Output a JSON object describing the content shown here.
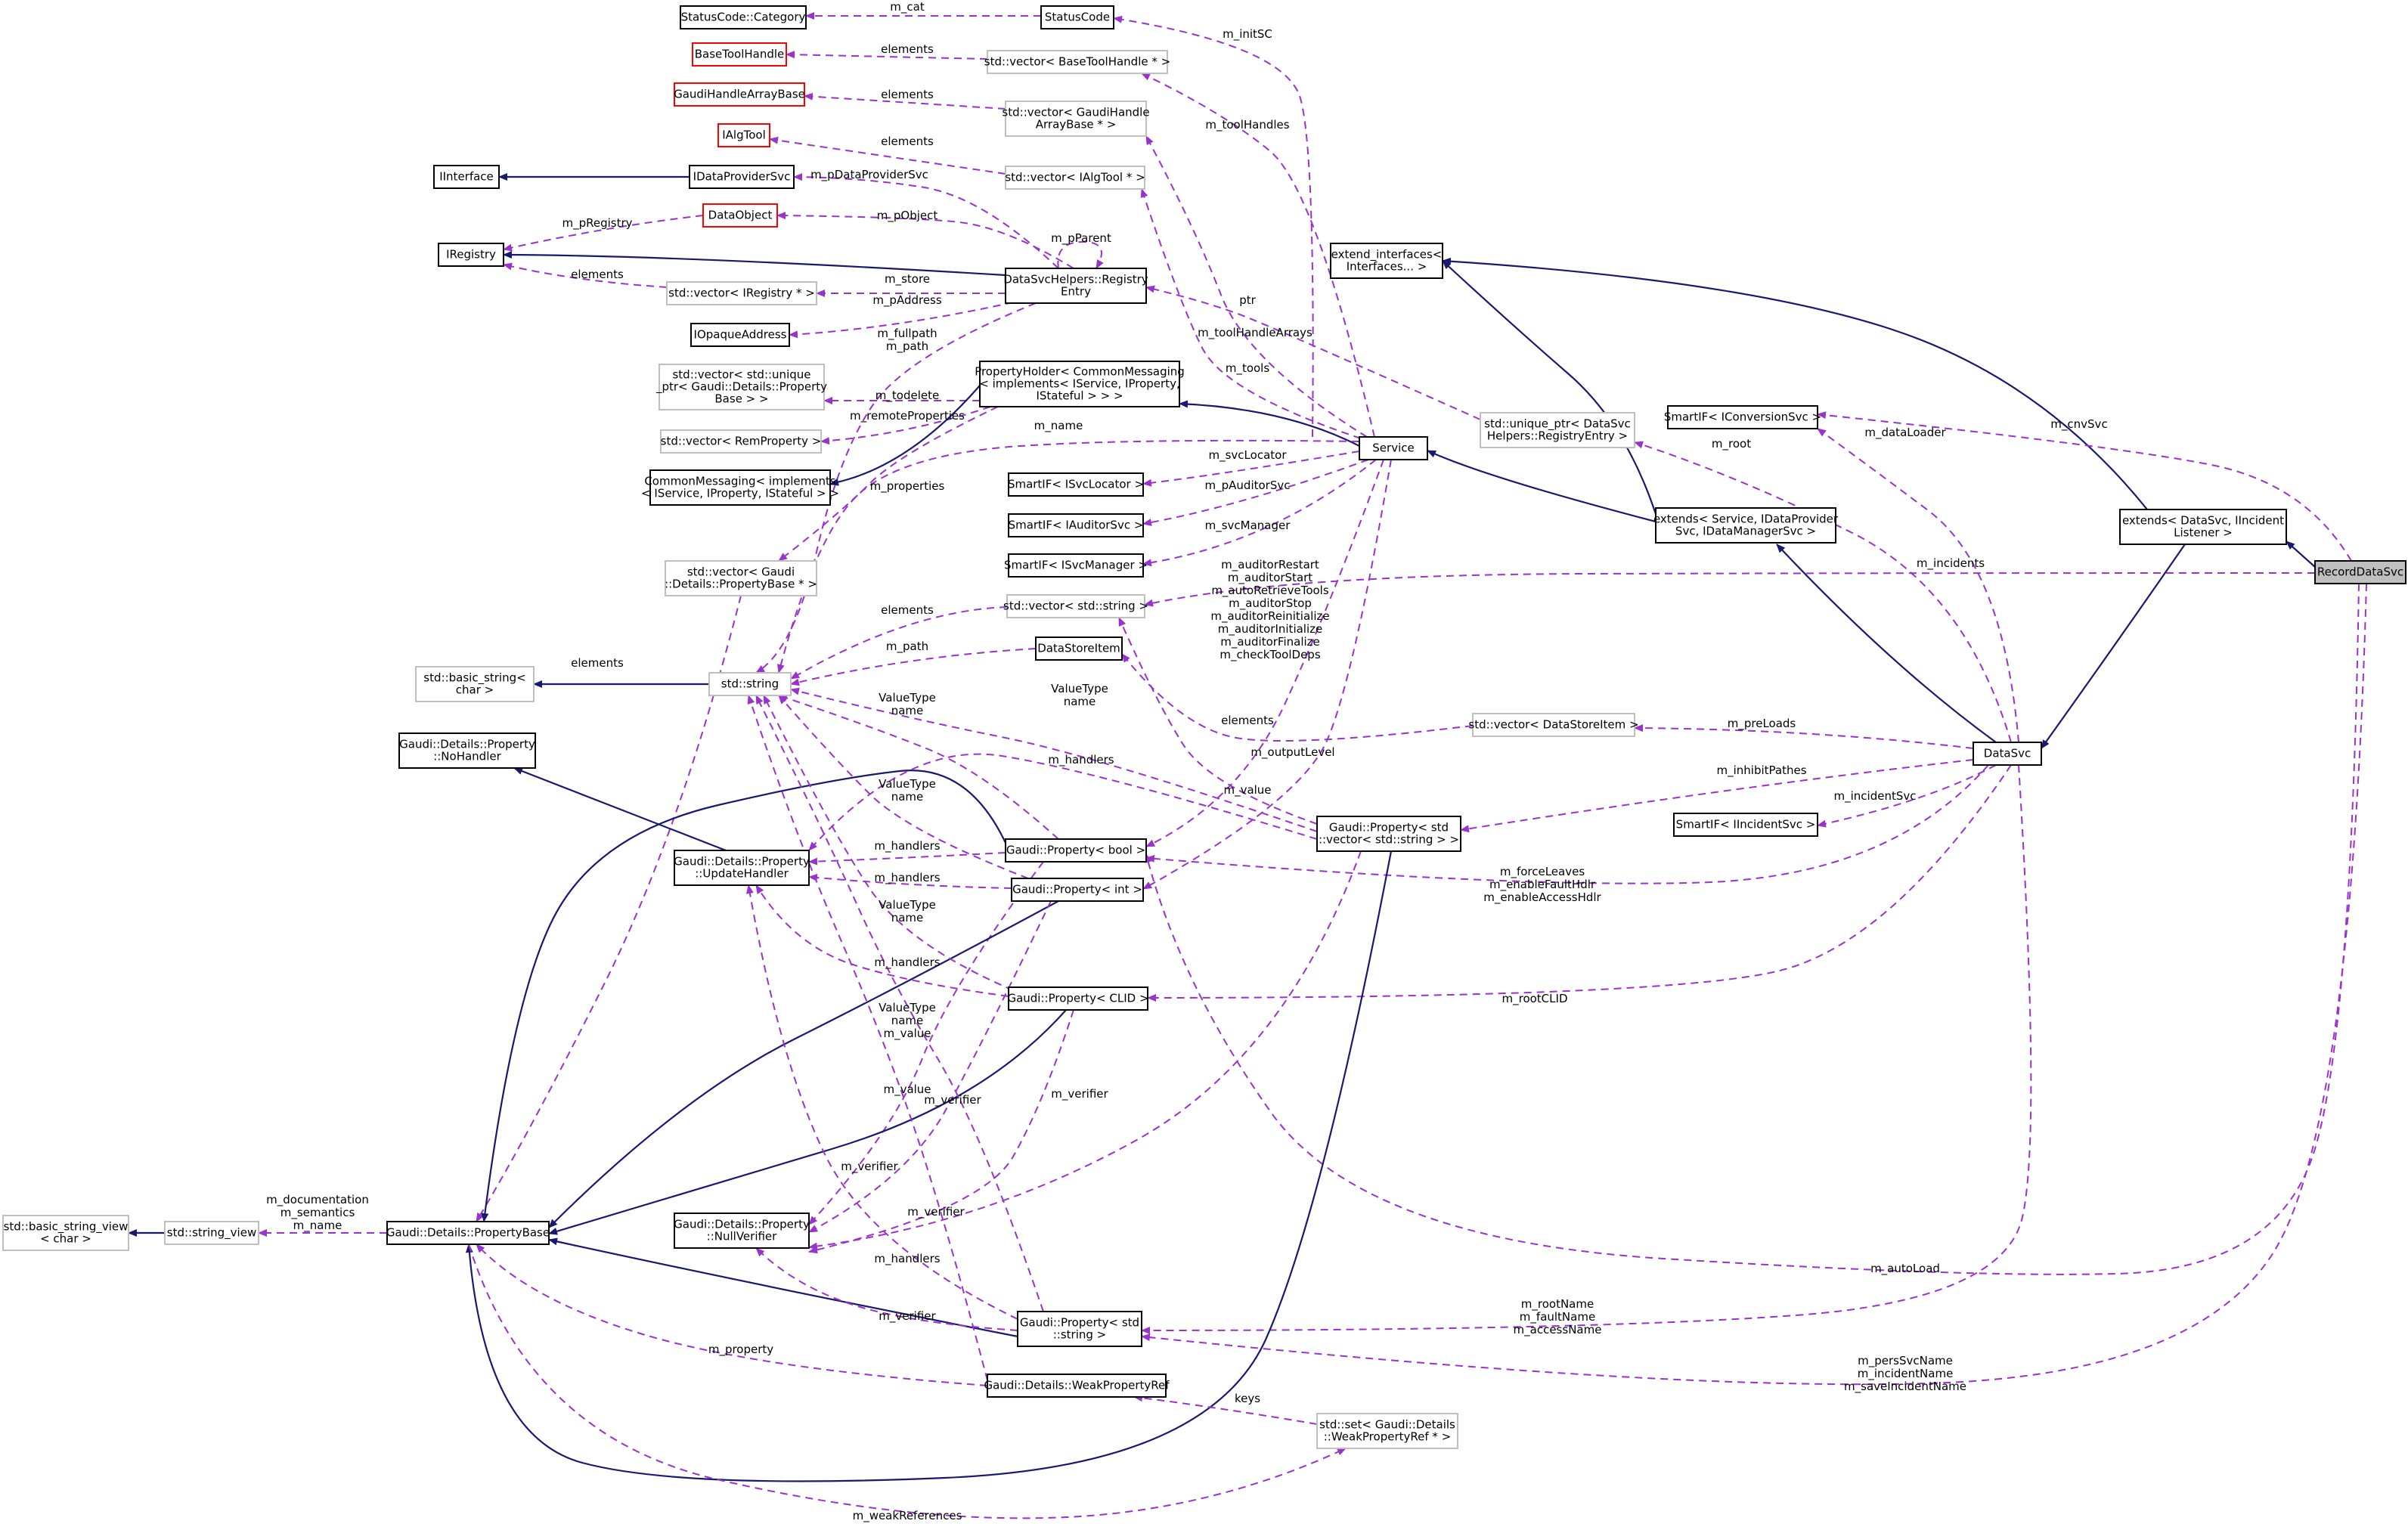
{
  "colors": {
    "inherit_edge": "#191970",
    "usage_edge": "#9a32cd",
    "node_border_normal": "#000000",
    "node_border_external": "#ff0000",
    "node_border_template": "#bfbfbf",
    "highlight_fill": "#bfbfbf"
  },
  "nodes": [
    {
      "id": "statuscode_category",
      "lines": [
        "StatusCode::Category"
      ],
      "kind": "normal"
    },
    {
      "id": "statuscode",
      "lines": [
        "StatusCode"
      ],
      "kind": "normal"
    },
    {
      "id": "basetoolhandle",
      "lines": [
        "BaseToolHandle"
      ],
      "kind": "external"
    },
    {
      "id": "vec_basetoolhandle",
      "lines": [
        "std::vector< BaseToolHandle * >"
      ],
      "kind": "template"
    },
    {
      "id": "gaudihandlearraybase",
      "lines": [
        "GaudiHandleArrayBase"
      ],
      "kind": "external"
    },
    {
      "id": "vec_gaudihandle",
      "lines": [
        "std::vector< GaudiHandle",
        "ArrayBase * >"
      ],
      "kind": "template"
    },
    {
      "id": "ialgtool",
      "lines": [
        "IAlgTool"
      ],
      "kind": "external"
    },
    {
      "id": "vec_ialgtool",
      "lines": [
        "std::vector< IAlgTool * >"
      ],
      "kind": "template"
    },
    {
      "id": "iinterface",
      "lines": [
        "IInterface"
      ],
      "kind": "normal"
    },
    {
      "id": "idataprovidersvc",
      "lines": [
        "IDataProviderSvc"
      ],
      "kind": "normal"
    },
    {
      "id": "dataobject",
      "lines": [
        "DataObject"
      ],
      "kind": "external"
    },
    {
      "id": "iregistry",
      "lines": [
        "IRegistry"
      ],
      "kind": "normal"
    },
    {
      "id": "vec_iregistry",
      "lines": [
        "std::vector< IRegistry * >"
      ],
      "kind": "template"
    },
    {
      "id": "registryentry",
      "lines": [
        "DataSvcHelpers::Registry",
        "Entry"
      ],
      "kind": "normal"
    },
    {
      "id": "iopaqueaddress",
      "lines": [
        "IOpaqueAddress"
      ],
      "kind": "normal"
    },
    {
      "id": "extend_interfaces",
      "lines": [
        "extend_interfaces<",
        "Interfaces... >"
      ],
      "kind": "normal"
    },
    {
      "id": "vec_unique_ptr",
      "lines": [
        "std::vector< std::unique",
        "_ptr< Gaudi::Details::Property",
        "Base > >"
      ],
      "kind": "template"
    },
    {
      "id": "propertyholder",
      "lines": [
        "PropertyHolder< CommonMessaging",
        "< implements< IService, IProperty,",
        "IStateful > > >"
      ],
      "kind": "normal"
    },
    {
      "id": "vec_remproperty",
      "lines": [
        "std::vector< RemProperty >"
      ],
      "kind": "template"
    },
    {
      "id": "commonmessaging",
      "lines": [
        "CommonMessaging< implements",
        "< IService, IProperty, IStateful > >"
      ],
      "kind": "normal"
    },
    {
      "id": "service",
      "lines": [
        "Service"
      ],
      "kind": "normal"
    },
    {
      "id": "unique_ptr_registryentry",
      "lines": [
        "std::unique_ptr< DataSvc",
        "Helpers::RegistryEntry >"
      ],
      "kind": "template"
    },
    {
      "id": "smartif_iconversionsvc",
      "lines": [
        "SmartIF< IConversionSvc >"
      ],
      "kind": "normal"
    },
    {
      "id": "smartif_isvclocator",
      "lines": [
        "SmartIF< ISvcLocator >"
      ],
      "kind": "normal"
    },
    {
      "id": "smartif_iauditorsvc",
      "lines": [
        "SmartIF< IAuditorSvc >"
      ],
      "kind": "normal"
    },
    {
      "id": "smartif_isvcmanager",
      "lines": [
        "SmartIF< ISvcManager >"
      ],
      "kind": "normal"
    },
    {
      "id": "extends_service",
      "lines": [
        "extends< Service, IDataProvider",
        "Svc, IDataManagerSvc >"
      ],
      "kind": "normal"
    },
    {
      "id": "extends_datasvc",
      "lines": [
        "extends< DataSvc, IIncident",
        "Listener >"
      ],
      "kind": "normal"
    },
    {
      "id": "recorddatasvc",
      "lines": [
        "RecordDataSvc"
      ],
      "kind": "highlight"
    },
    {
      "id": "vec_propertybase",
      "lines": [
        "std::vector< Gaudi",
        "::Details::PropertyBase * >"
      ],
      "kind": "template"
    },
    {
      "id": "vec_string",
      "lines": [
        "std::vector< std::string >"
      ],
      "kind": "template"
    },
    {
      "id": "basic_string",
      "lines": [
        "std::basic_string<",
        "char >"
      ],
      "kind": "template"
    },
    {
      "id": "std_string",
      "lines": [
        "std::string"
      ],
      "kind": "template"
    },
    {
      "id": "datastoreitem",
      "lines": [
        "DataStoreItem"
      ],
      "kind": "normal"
    },
    {
      "id": "vec_datastoreitem",
      "lines": [
        "std::vector< DataStoreItem >"
      ],
      "kind": "template"
    },
    {
      "id": "datasvc",
      "lines": [
        "DataSvc"
      ],
      "kind": "normal"
    },
    {
      "id": "nohandler",
      "lines": [
        "Gaudi::Details::Property",
        "::NoHandler"
      ],
      "kind": "normal"
    },
    {
      "id": "updatehandler",
      "lines": [
        "Gaudi::Details::Property",
        "::UpdateHandler"
      ],
      "kind": "normal"
    },
    {
      "id": "property_bool",
      "lines": [
        "Gaudi::Property< bool >"
      ],
      "kind": "normal"
    },
    {
      "id": "property_vec_string",
      "lines": [
        "Gaudi::Property< std",
        "::vector< std::string > >"
      ],
      "kind": "normal"
    },
    {
      "id": "smartif_iincidentsvc",
      "lines": [
        "SmartIF< IIncidentSvc >"
      ],
      "kind": "normal"
    },
    {
      "id": "property_int",
      "lines": [
        "Gaudi::Property< int >"
      ],
      "kind": "normal"
    },
    {
      "id": "property_clid",
      "lines": [
        "Gaudi::Property< CLID >"
      ],
      "kind": "normal"
    },
    {
      "id": "basic_string_view",
      "lines": [
        "std::basic_string_view",
        "< char >"
      ],
      "kind": "template"
    },
    {
      "id": "string_view",
      "lines": [
        "std::string_view"
      ],
      "kind": "template"
    },
    {
      "id": "propertybase",
      "lines": [
        "Gaudi::Details::PropertyBase"
      ],
      "kind": "normal"
    },
    {
      "id": "nullverifier",
      "lines": [
        "Gaudi::Details::Property",
        "::NullVerifier"
      ],
      "kind": "normal"
    },
    {
      "id": "property_string",
      "lines": [
        "Gaudi::Property< std",
        "::string >"
      ],
      "kind": "normal"
    },
    {
      "id": "weakpropertyref",
      "lines": [
        "Gaudi::Details::WeakPropertyRef"
      ],
      "kind": "normal"
    },
    {
      "id": "set_weakpropertyref",
      "lines": [
        "std::set< Gaudi::Details",
        "::WeakPropertyRef * >"
      ],
      "kind": "template"
    }
  ],
  "edges": [
    {
      "from": "statuscode",
      "to": "statuscode_category",
      "type": "use",
      "labels": [
        "m_cat"
      ]
    },
    {
      "from": "service",
      "to": "statuscode",
      "type": "use",
      "labels": [
        "m_initSC"
      ]
    },
    {
      "from": "vec_basetoolhandle",
      "to": "basetoolhandle",
      "type": "use",
      "labels": [
        "elements"
      ]
    },
    {
      "from": "service",
      "to": "vec_basetoolhandle",
      "type": "use",
      "labels": [
        "m_toolHandles"
      ]
    },
    {
      "from": "vec_gaudihandle",
      "to": "gaudihandlearraybase",
      "type": "use",
      "labels": [
        "elements"
      ]
    },
    {
      "from": "service",
      "to": "vec_gaudihandle",
      "type": "use",
      "labels": [
        "m_toolHandleArrays"
      ]
    },
    {
      "from": "vec_ialgtool",
      "to": "ialgtool",
      "type": "use",
      "labels": [
        "elements"
      ]
    },
    {
      "from": "service",
      "to": "vec_ialgtool",
      "type": "use",
      "labels": [
        "m_tools"
      ]
    },
    {
      "from": "idataprovidersvc",
      "to": "iinterface",
      "type": "inherit",
      "labels": []
    },
    {
      "from": "registryentry",
      "to": "idataprovidersvc",
      "type": "use",
      "labels": [
        "m_pDataProviderSvc"
      ]
    },
    {
      "from": "registryentry",
      "to": "dataobject",
      "type": "use",
      "labels": [
        "m_pObject"
      ]
    },
    {
      "from": "dataobject",
      "to": "iregistry",
      "type": "use",
      "labels": [
        "m_pRegistry"
      ]
    },
    {
      "from": "registryentry",
      "to": "iregistry",
      "type": "inherit",
      "labels": []
    },
    {
      "from": "vec_iregistry",
      "to": "iregistry",
      "type": "use",
      "labels": [
        "elements"
      ]
    },
    {
      "from": "registryentry",
      "to": "vec_iregistry",
      "type": "use",
      "labels": [
        "m_store"
      ]
    },
    {
      "from": "registryentry",
      "to": "iopaqueaddress",
      "type": "use",
      "labels": [
        "m_pAddress"
      ]
    },
    {
      "from": "registryentry",
      "to": "registryentry",
      "type": "use",
      "labels": [
        "m_pParent"
      ]
    },
    {
      "from": "registryentry",
      "to": "std_string",
      "type": "use",
      "labels": [
        "m_fullpath",
        "m_path"
      ]
    },
    {
      "from": "unique_ptr_registryentry",
      "to": "registryentry",
      "type": "use",
      "labels": [
        "ptr"
      ]
    },
    {
      "from": "propertyholder",
      "to": "vec_unique_ptr",
      "type": "use",
      "labels": [
        "m_todelete"
      ]
    },
    {
      "from": "propertyholder",
      "to": "vec_remproperty",
      "type": "use",
      "labels": [
        "m_remoteProperties"
      ]
    },
    {
      "from": "propertyholder",
      "to": "commonmessaging",
      "type": "inherit",
      "labels": []
    },
    {
      "from": "propertyholder",
      "to": "vec_propertybase",
      "type": "use",
      "labels": [
        "m_properties"
      ]
    },
    {
      "from": "service",
      "to": "propertyholder",
      "type": "inherit",
      "labels": []
    },
    {
      "from": "service",
      "to": "std_string",
      "type": "use",
      "labels": [
        "m_name"
      ]
    },
    {
      "from": "service",
      "to": "smartif_isvclocator",
      "type": "use",
      "labels": [
        "m_svcLocator"
      ]
    },
    {
      "from": "service",
      "to": "smartif_iauditorsvc",
      "type": "use",
      "labels": [
        "m_pAuditorSvc"
      ]
    },
    {
      "from": "service",
      "to": "smartif_isvcmanager",
      "type": "use",
      "labels": [
        "m_svcManager"
      ]
    },
    {
      "from": "service",
      "to": "property_bool",
      "type": "use",
      "labels": [
        "m_auditorRestart",
        "m_auditorStart",
        "m_autoRetrieveTools",
        "m_auditorStop",
        "m_auditorReinitialize",
        "m_auditorInitialize",
        "m_auditorFinalize",
        "m_checkToolDeps"
      ]
    },
    {
      "from": "service",
      "to": "property_int",
      "type": "use",
      "labels": [
        "m_outputLevel"
      ]
    },
    {
      "from": "extends_service",
      "to": "extend_interfaces",
      "type": "inherit",
      "labels": []
    },
    {
      "from": "extends_service",
      "to": "service",
      "type": "inherit",
      "labels": []
    },
    {
      "from": "extends_datasvc",
      "to": "extend_interfaces",
      "type": "inherit",
      "labels": []
    },
    {
      "from": "extends_datasvc",
      "to": "datasvc",
      "type": "inherit",
      "labels": []
    },
    {
      "from": "recorddatasvc",
      "to": "extends_datasvc",
      "type": "inherit",
      "labels": []
    },
    {
      "from": "recorddatasvc",
      "to": "smartif_iconversionsvc",
      "type": "use",
      "labels": [
        "m_cnvSvc"
      ]
    },
    {
      "from": "recorddatasvc",
      "to": "vec_string",
      "type": "use",
      "labels": [
        "m_incidents"
      ]
    },
    {
      "from": "recorddatasvc",
      "to": "property_bool",
      "type": "use",
      "labels": [
        "m_autoLoad"
      ]
    },
    {
      "from": "recorddatasvc",
      "to": "property_string",
      "type": "use",
      "labels": [
        "m_persSvcName",
        "m_incidentName",
        "m_saveIncidentName"
      ]
    },
    {
      "from": "datasvc",
      "to": "extends_service",
      "type": "inherit",
      "labels": []
    },
    {
      "from": "datasvc",
      "to": "unique_ptr_registryentry",
      "type": "use",
      "labels": [
        "m_root"
      ]
    },
    {
      "from": "datasvc",
      "to": "smartif_iconversionsvc",
      "type": "use",
      "labels": [
        "m_dataLoader"
      ]
    },
    {
      "from": "datasvc",
      "to": "vec_datastoreitem",
      "type": "use",
      "labels": [
        "m_preLoads"
      ]
    },
    {
      "from": "datasvc",
      "to": "property_vec_string",
      "type": "use",
      "labels": [
        "m_inhibitPathes"
      ]
    },
    {
      "from": "datasvc",
      "to": "smartif_iincidentsvc",
      "type": "use",
      "labels": [
        "m_incidentSvc"
      ]
    },
    {
      "from": "datasvc",
      "to": "property_bool",
      "type": "use",
      "labels": [
        "m_forceLeaves",
        "m_enableFaultHdlr",
        "m_enableAccessHdlr"
      ]
    },
    {
      "from": "datasvc",
      "to": "property_clid",
      "type": "use",
      "labels": [
        "m_rootCLID"
      ]
    },
    {
      "from": "datasvc",
      "to": "property_string",
      "type": "use",
      "labels": [
        "m_rootName",
        "m_faultName",
        "m_accessName"
      ]
    },
    {
      "from": "vec_string",
      "to": "std_string",
      "type": "use",
      "labels": [
        "elements"
      ]
    },
    {
      "from": "vec_propertybase",
      "to": "propertybase",
      "type": "use",
      "labels": [
        "elements"
      ]
    },
    {
      "from": "std_string",
      "to": "basic_string",
      "type": "inherit",
      "labels": []
    },
    {
      "from": "datastoreitem",
      "to": "std_string",
      "type": "use",
      "labels": [
        "m_path"
      ]
    },
    {
      "from": "vec_datastoreitem",
      "to": "datastoreitem",
      "type": "use",
      "labels": [
        "elements"
      ]
    },
    {
      "from": "updatehandler",
      "to": "nohandler",
      "type": "inherit",
      "labels": []
    },
    {
      "from": "property_bool",
      "to": "propertybase",
      "type": "inherit",
      "labels": []
    },
    {
      "from": "property_bool",
      "to": "std_string",
      "type": "use",
      "labels": [
        "ValueType",
        "name"
      ]
    },
    {
      "from": "property_bool",
      "to": "updatehandler",
      "type": "use",
      "labels": [
        "m_handlers"
      ]
    },
    {
      "from": "property_bool",
      "to": "nullverifier",
      "type": "use",
      "labels": [
        "m_verifier"
      ]
    },
    {
      "from": "property_vec_string",
      "to": "propertybase",
      "type": "inherit",
      "labels": []
    },
    {
      "from": "property_vec_string",
      "to": "vec_string",
      "type": "use",
      "labels": [
        "m_value"
      ]
    },
    {
      "from": "property_vec_string",
      "to": "std_string",
      "type": "use",
      "labels": [
        "ValueType",
        "name"
      ]
    },
    {
      "from": "property_vec_string",
      "to": "updatehandler",
      "type": "use",
      "labels": [
        "m_handlers"
      ]
    },
    {
      "from": "property_vec_string",
      "to": "nullverifier",
      "type": "use",
      "labels": [
        "m_verifier"
      ]
    },
    {
      "from": "property_int",
      "to": "propertybase",
      "type": "inherit",
      "labels": []
    },
    {
      "from": "property_int",
      "to": "std_string",
      "type": "use",
      "labels": [
        "ValueType",
        "name"
      ]
    },
    {
      "from": "property_int",
      "to": "updatehandler",
      "type": "use",
      "labels": [
        "m_handlers"
      ]
    },
    {
      "from": "property_int",
      "to": "nullverifier",
      "type": "use",
      "labels": [
        "m_verifier"
      ]
    },
    {
      "from": "property_clid",
      "to": "propertybase",
      "type": "inherit",
      "labels": []
    },
    {
      "from": "property_clid",
      "to": "std_string",
      "type": "use",
      "labels": [
        "ValueType",
        "name"
      ]
    },
    {
      "from": "property_clid",
      "to": "updatehandler",
      "type": "use",
      "labels": [
        "m_handlers"
      ]
    },
    {
      "from": "property_clid",
      "to": "nullverifier",
      "type": "use",
      "labels": [
        "m_verifier"
      ]
    },
    {
      "from": "basic_string_view",
      "to": "string_view",
      "type": "inherit-rev",
      "labels": []
    },
    {
      "from": "propertybase",
      "to": "string_view",
      "type": "use",
      "labels": [
        "m_documentation",
        "m_semantics",
        "m_name"
      ]
    },
    {
      "from": "property_string",
      "to": "propertybase",
      "type": "inherit",
      "labels": []
    },
    {
      "from": "property_string",
      "to": "std_string",
      "type": "use",
      "labels": [
        "ValueType",
        "name",
        "m_value"
      ]
    },
    {
      "from": "property_string",
      "to": "updatehandler",
      "type": "use",
      "labels": [
        "m_handlers"
      ]
    },
    {
      "from": "property_string",
      "to": "nullverifier",
      "type": "use",
      "labels": [
        "m_verifier"
      ]
    },
    {
      "from": "weakpropertyref",
      "to": "propertybase",
      "type": "use",
      "labels": [
        "m_property"
      ]
    },
    {
      "from": "weakpropertyref",
      "to": "std_string",
      "type": "use",
      "labels": [
        "m_value"
      ]
    },
    {
      "from": "set_weakpropertyref",
      "to": "weakpropertyref",
      "type": "use",
      "labels": [
        "keys"
      ]
    },
    {
      "from": "propertybase",
      "to": "set_weakpropertyref",
      "type": "use",
      "labels": [
        "m_weakReferences"
      ]
    }
  ]
}
